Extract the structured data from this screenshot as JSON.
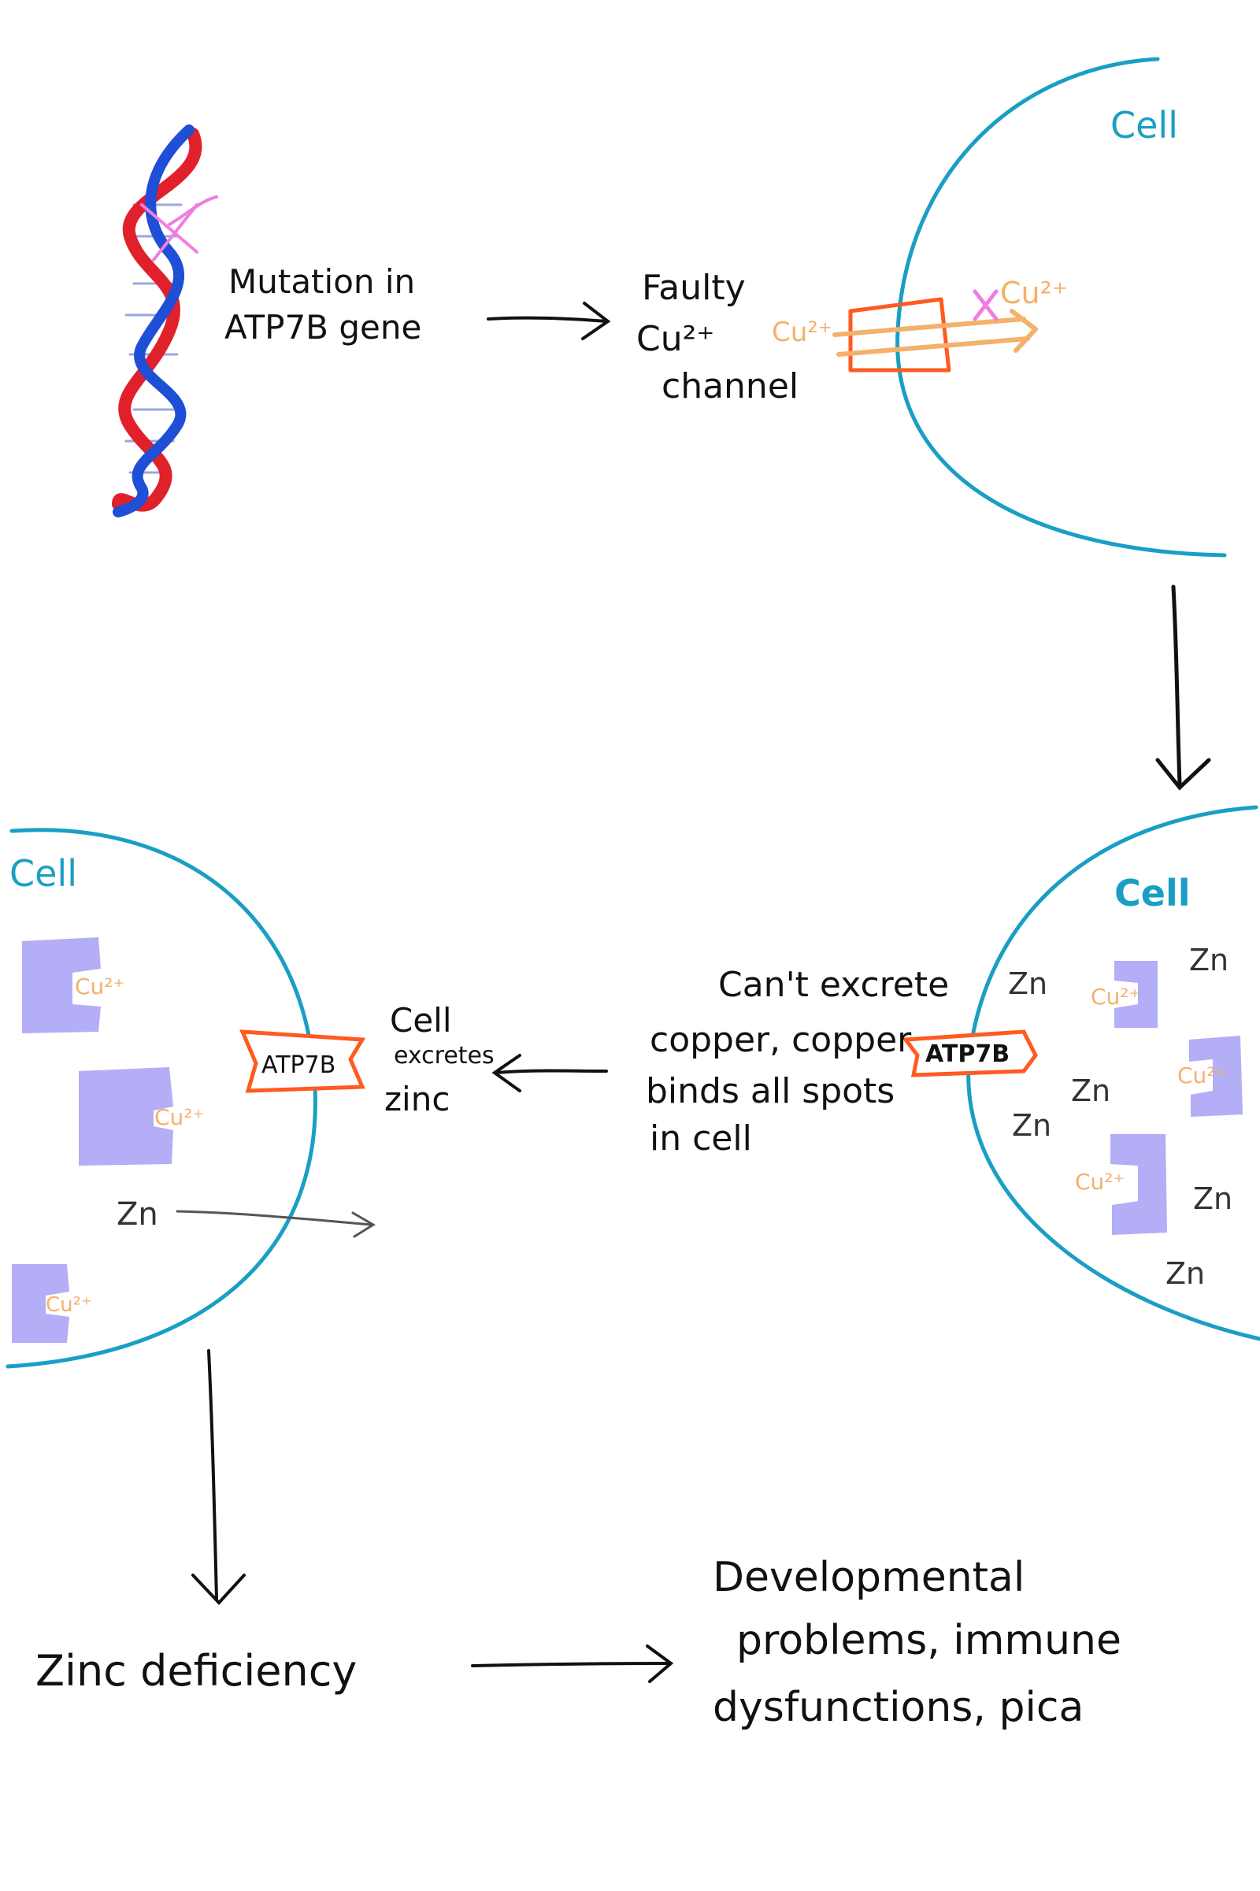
{
  "colors": {
    "membrane": "#1a9fc4",
    "protein": "#b3aef5",
    "copper": "#f5b06a",
    "channel": "#ff5a1f",
    "dna_blue": "#1f4fd6",
    "dna_red": "#e0202a",
    "mutation_mark": "#f07ee0",
    "ink": "#111111"
  },
  "step1": {
    "mutation_label_line1": "Mutation in",
    "mutation_label_line2": "ATP7B gene",
    "faulty_label_line1": "Faulty",
    "faulty_label_line2": "Cu²⁺",
    "faulty_label_line3": "channel",
    "cell_label": "Cell",
    "cu_in": "Cu²⁺",
    "cu_out": "Cu²⁺"
  },
  "step2": {
    "cell_label": "Cell",
    "atp_label": "ATP7B",
    "cant_excrete_line1": "Can't excrete",
    "cant_excrete_line2": "copper, copper",
    "cant_excrete_line3": "binds all spots",
    "cant_excrete_line4": "in cell",
    "zn": "Zn",
    "cu": "Cu²⁺"
  },
  "step3": {
    "cell_label": "Cell",
    "atp_label": "ATP7B",
    "excretes_line1": "Cell",
    "excretes_line2": "excretes",
    "excretes_line3": "zinc",
    "zn": "Zn",
    "cu": "Cu²⁺"
  },
  "outcome": {
    "zinc_deficiency": "Zinc deficiency",
    "effects_line1": "Developmental",
    "effects_line2": "problems, immune",
    "effects_line3": "dysfunctions, pica"
  }
}
